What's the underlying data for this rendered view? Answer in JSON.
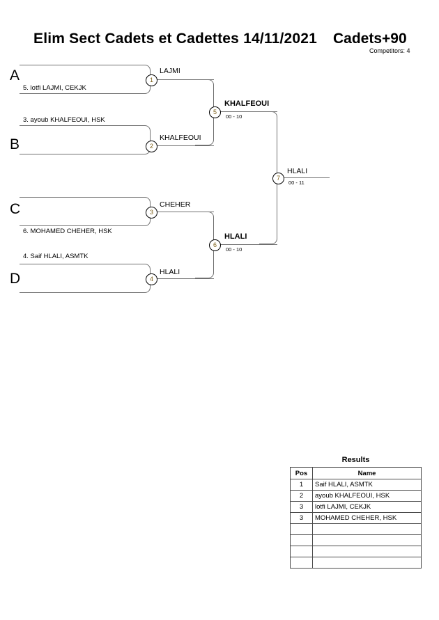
{
  "header": {
    "title": "Elim Sect Cadets et Cadettes  14/11/2021",
    "category": "Cadets+90",
    "competitors": "Competitors: 4"
  },
  "bracket": {
    "slots": [
      {
        "letter": "A",
        "entrant": "5. lotfi LAJMI, CEKJK"
      },
      {
        "letter": "B",
        "entrant": "3. ayoub KHALFEOUI, HSK"
      },
      {
        "letter": "C",
        "entrant": "6. MOHAMED CHEHER, HSK"
      },
      {
        "letter": "D",
        "entrant": "4. Saif HLALI, ASMTK"
      }
    ],
    "matches": [
      {
        "number": "1",
        "winner": "LAJMI",
        "score": ""
      },
      {
        "number": "2",
        "winner": "KHALFEOUI",
        "score": ""
      },
      {
        "number": "3",
        "winner": "CHEHER",
        "score": ""
      },
      {
        "number": "4",
        "winner": "HLALI",
        "score": ""
      },
      {
        "number": "5",
        "winner": "KHALFEOUI",
        "score": "00 - 10"
      },
      {
        "number": "6",
        "winner": "HLALI",
        "score": "00 - 10"
      },
      {
        "number": "7",
        "winner": "HLALI",
        "score": "00 - 11"
      }
    ]
  },
  "results": {
    "title": "Results",
    "columns": [
      "Pos",
      "Name"
    ],
    "rows": [
      {
        "pos": "1",
        "name": "Saif HLALI, ASMTK"
      },
      {
        "pos": "2",
        "name": "ayoub KHALFEOUI, HSK"
      },
      {
        "pos": "3",
        "name": "lotfi LAJMI, CEKJK"
      },
      {
        "pos": "3",
        "name": "MOHAMED CHEHER, HSK"
      },
      {
        "pos": "",
        "name": ""
      },
      {
        "pos": "",
        "name": ""
      },
      {
        "pos": "",
        "name": ""
      },
      {
        "pos": "",
        "name": ""
      }
    ]
  }
}
